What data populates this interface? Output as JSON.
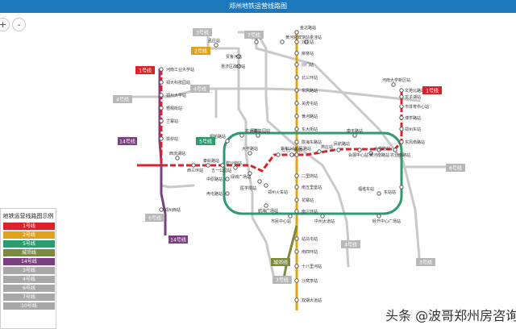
{
  "header": {
    "title": "郑州地铁运营线路图"
  },
  "zoom": {
    "in": "+",
    "out": "-"
  },
  "colors": {
    "line1": "#d8232a",
    "line2": "#e0a11b",
    "line3": "#b8b8b8",
    "line4": "#b8b8b8",
    "line5": "#2d9b6e",
    "line6": "#b8b8b8",
    "line14": "#7d3f83",
    "chengjiao": "#7c8a3c",
    "blue": "#2f6db0"
  },
  "line_badges": [
    {
      "label": "1号线",
      "color": "#d8232a"
    },
    {
      "label": "1号线",
      "color": "#d8232a"
    },
    {
      "label": "2号线",
      "color": "#e0a11b"
    },
    {
      "label": "3号线",
      "color": "#b8b8b8"
    },
    {
      "label": "3号线",
      "color": "#b8b8b8"
    },
    {
      "label": "4号线",
      "color": "#b8b8b8"
    },
    {
      "label": "4号线",
      "color": "#b8b8b8"
    },
    {
      "label": "4号线",
      "color": "#b8b8b8"
    },
    {
      "label": "5号线",
      "color": "#2d9b6e"
    },
    {
      "label": "6号线",
      "color": "#b8b8b8"
    },
    {
      "label": "6号线",
      "color": "#b8b8b8"
    },
    {
      "label": "7号线",
      "color": "#b8b8b8"
    },
    {
      "label": "7号线",
      "color": "#b8b8b8"
    },
    {
      "label": "14号线",
      "color": "#7d3f83"
    },
    {
      "label": "14号线",
      "color": "#7d3f83"
    },
    {
      "label": "城郊线",
      "color": "#7c8a3c"
    }
  ],
  "stations": [
    "河南工业大学站",
    "郑大科技园站",
    "郑州大学站",
    "梧桐街站",
    "兰寨站",
    "铁炉站",
    "西流湖站",
    "西三环站",
    "秦岭路站",
    "五一公园站",
    "碧沙岗站",
    "绿城广场站",
    "医学院站",
    "郑州火车站",
    "二七广场站",
    "人民路站",
    "紫荆山站",
    "燕庄站",
    "民航路站",
    "会展中心站",
    "黄河南路站",
    "农业南路站",
    "东风南路站",
    "郑州东站",
    "博学路站",
    "市体育中心站",
    "龙子湖站",
    "文苑北路站",
    "河南大学新区站",
    "刘庄站",
    "柳林站",
    "沙门站",
    "北三环站",
    "东风路站",
    "关虎屯站",
    "黄河路站",
    "东大街站",
    "陇海东路站",
    "二里岗站",
    "南五里堡站",
    "花寨站",
    "南三环站",
    "站马屯站",
    "南四环站",
    "十八里河站",
    "沙窝李站",
    "双湖大道站",
    "孟庄站",
    "贾鲁河站",
    "惠济区政府站",
    "毛庄站",
    "黄河迎宾馆站",
    "金洼站",
    "金达路站",
    "桐柏路站",
    "农业路站",
    "月季公园站",
    "中原路站",
    "冉屯路站",
    "市民中心站",
    "中州大道站",
    "经开中心广场站",
    "福塔东站",
    "康平路站",
    "航海广场站",
    "东站站",
    "郑州西站",
    "大学路站",
    "大学路站"
  ],
  "legend": {
    "title": "地铁运营线路图示例",
    "items": [
      {
        "label": "1号线",
        "color": "#d8232a"
      },
      {
        "label": "2号线",
        "color": "#e0a11b"
      },
      {
        "label": "5号线",
        "color": "#2d9b6e"
      },
      {
        "label": "城郊线",
        "color": "#7c8a3c"
      },
      {
        "label": "14号线",
        "color": "#7d3f83"
      },
      {
        "label": "3号线",
        "color": "#a8a8a8"
      },
      {
        "label": "4号线",
        "color": "#a8a8a8"
      },
      {
        "label": "6号线",
        "color": "#a8a8a8"
      },
      {
        "label": "7号线",
        "color": "#a8a8a8"
      },
      {
        "label": "10号线",
        "color": "#a8a8a8"
      }
    ]
  },
  "watermark": "头条 @波哥郑州房咨询"
}
